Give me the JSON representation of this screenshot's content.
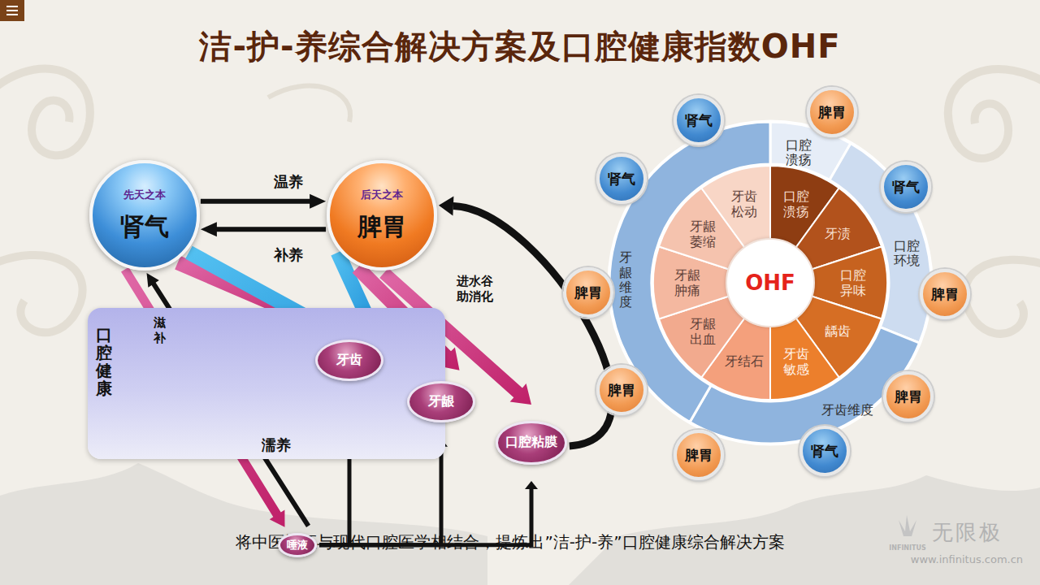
{
  "diagram": {
    "title": "洁-护-养综合解决方案及口腔健康指数OHF",
    "caption": "将中医辨证与现代口腔医学相结合，提炼出”洁-护-养”口腔健康综合解决方案",
    "nodes": [
      {
        "text": [
          "先天之本",
          "肾气"
        ]
      },
      {
        "text": [
          "后天之本",
          "脾胃"
        ]
      },
      {
        "text": [
          "口腔健康"
        ]
      },
      {
        "text": [
          "牙齿"
        ],
        "in": 2
      },
      {
        "text": [
          "牙龈"
        ],
        "in": 2
      },
      {
        "text": [
          "口腔粘膜"
        ],
        "in": 2
      },
      {
        "text": [
          "唾液"
        ],
        "in": 2
      },
      {
        "text": [
          "肾气"
        ]
      },
      {
        "text": [
          "脾胃"
        ]
      },
      {
        "text": [
          "口腔溃疡"
        ]
      },
      {
        "text": [
          "肾气"
        ]
      },
      {
        "text": [
          "肾气"
        ]
      },
      {
        "text": [
          "牙龈维度"
        ]
      },
      {
        "text": [
          "口腔环境"
        ]
      },
      {
        "text": [
          "脾胃"
        ]
      },
      {
        "text": [
          "脾胃"
        ]
      },
      {
        "text": [
          "脾胃"
        ]
      },
      {
        "text": [
          "脾胃"
        ]
      },
      {
        "text": [
          "牙齿维度"
        ]
      },
      {
        "text": [
          "脾胃"
        ]
      },
      {
        "text": [
          "肾气"
        ]
      },
      {
        "text": [
          "口腔溃疡"
        ]
      },
      {
        "text": [
          "牙渍"
        ]
      },
      {
        "text": [
          "口腔异味"
        ]
      },
      {
        "text": [
          "龋齿"
        ]
      },
      {
        "text": [
          "牙齿敏感"
        ]
      },
      {
        "text": [
          "牙结石"
        ]
      },
      {
        "text": [
          "牙龈出血"
        ]
      },
      {
        "text": [
          "牙龈肿痛"
        ]
      },
      {
        "text": [
          "牙龈萎缩"
        ]
      },
      {
        "text": [
          "牙齿松动"
        ]
      },
      {
        "text": [
          "OHF"
        ]
      }
    ],
    "edges": [
      {
        "from": 0,
        "to": 1,
        "label": "温养",
        "arrow": "to"
      },
      {
        "from": 1,
        "to": 0,
        "label": "补养",
        "arrow": "to"
      },
      {
        "from": 0,
        "to": 3,
        "arrow": "to"
      },
      {
        "from": 0,
        "to": 4,
        "arrow": "to"
      },
      {
        "from": 1,
        "to": 3,
        "arrow": "to"
      },
      {
        "from": 1,
        "to": 4,
        "arrow": "to"
      },
      {
        "from": 1,
        "to": 5,
        "arrow": "to"
      },
      {
        "from": 0,
        "to": 6,
        "arrow": "to"
      },
      {
        "from": 6,
        "to": 0,
        "label": "滋补",
        "arrow": "to"
      },
      {
        "from": 5,
        "to": 1,
        "label": "进水谷助消化",
        "arrow": "to"
      },
      {
        "from": 6,
        "to": 3,
        "arrow": "to"
      },
      {
        "from": 6,
        "to": 4,
        "label": "濡养",
        "arrow": "to"
      },
      {
        "from": 6,
        "to": 5,
        "arrow": "to"
      }
    ],
    "labels": [
      "无限极",
      "INFINITUS",
      "www.infinitus.com.cn"
    ]
  }
}
